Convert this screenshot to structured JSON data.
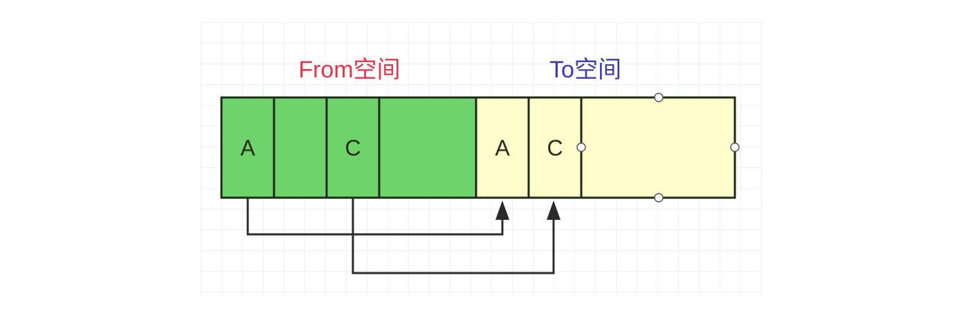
{
  "from_space": {
    "title": "From空间",
    "title_color": "#e2344d",
    "fill_color": "#6fd36b",
    "cells": [
      "A",
      "",
      "C",
      ""
    ]
  },
  "to_space": {
    "title": "To空间",
    "title_color": "#3b3bab",
    "fill_color": "#fffdcc",
    "cells": [
      "A",
      "C",
      ""
    ]
  },
  "arrows": [
    {
      "from": "A",
      "to": "A"
    },
    {
      "from": "C",
      "to": "C"
    }
  ]
}
